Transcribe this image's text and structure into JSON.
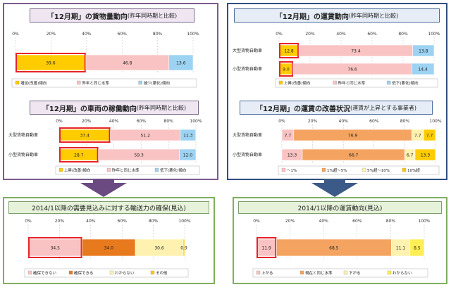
{
  "colors": {
    "left_border": "#7b5b8f",
    "right_border": "#2f4f7f",
    "lower_border": "#7faf5f",
    "highlight": "#e8232a",
    "gold": "#ffcc00",
    "pink": "#f9c3c3",
    "lightblue": "#9dd3f2",
    "orange": "#e87a1e",
    "cream": "#fff2b0",
    "light_yellow": "#fff7a8"
  },
  "panels": {
    "freight": {
      "title": "「12月期」の貨物量動向",
      "subtitle": "(昨年同時期と比較)"
    },
    "fare": {
      "title": "「12月期」の運賃動向",
      "subtitle": "(昨年同時期と比較)"
    },
    "vehicle": {
      "title": "「12月期」の車両の稼働動向",
      "subtitle": "(昨年同時期と比較)"
    },
    "improve": {
      "title": "「12月期」の運賃の改善状況",
      "subtitle": "(運賃が上昇とする事業者)"
    },
    "capacity": {
      "title": "2014/1以降の需要見込みに対する輸送力の確保(見込)"
    },
    "fare_outlook": {
      "title": "2014/1以降の運賃動向(見込)"
    }
  },
  "chart_data": [
    {
      "id": "freight",
      "type": "bar",
      "orientation": "horizontal-stacked",
      "ticks": [
        "0%",
        "20%",
        "40%",
        "60%",
        "80%",
        "100%"
      ],
      "xlim": [
        0,
        100
      ],
      "categories": [
        ""
      ],
      "series": [
        {
          "name": "増加(改善)傾向",
          "values": [
            39.6
          ],
          "color": "#ffcc00"
        },
        {
          "name": "昨年と同じ水準",
          "values": [
            46.8
          ],
          "color": "#f9c3c3"
        },
        {
          "name": "減少(悪化)傾向",
          "values": [
            13.6
          ],
          "color": "#9dd3f2"
        }
      ],
      "highlight": [
        [
          0,
          0
        ]
      ],
      "legend": "bottom"
    },
    {
      "id": "fare",
      "type": "bar",
      "orientation": "horizontal-stacked",
      "ticks": [
        "0%",
        "20%",
        "40%",
        "60%",
        "80%",
        "100%"
      ],
      "xlim": [
        0,
        100
      ],
      "categories": [
        "大型貨物自動車",
        "小型貨物自動車"
      ],
      "series": [
        {
          "name": "上昇(改善)傾向",
          "values": [
            12.8,
            9.0
          ],
          "color": "#ffcc00"
        },
        {
          "name": "昨年と同じ水準",
          "values": [
            73.4,
            76.6
          ],
          "color": "#f9c3c3"
        },
        {
          "name": "低下(悪化)傾向",
          "values": [
            13.8,
            14.4
          ],
          "color": "#9dd3f2"
        }
      ],
      "highlight": [
        [
          0,
          0
        ],
        [
          1,
          0
        ]
      ],
      "legend": "bottom"
    },
    {
      "id": "vehicle",
      "type": "bar",
      "orientation": "horizontal-stacked",
      "ticks": [
        "0%",
        "20%",
        "40%",
        "60%",
        "80%",
        "100%"
      ],
      "xlim": [
        0,
        100
      ],
      "categories": [
        "大型貨物自動車",
        "小型貨物自動車"
      ],
      "series": [
        {
          "name": "上昇(改善)傾向",
          "values": [
            37.4,
            28.7
          ],
          "color": "#ffcc00"
        },
        {
          "name": "昨年と同じ水準",
          "values": [
            51.2,
            59.3
          ],
          "color": "#f9c3c3"
        },
        {
          "name": "低下(悪化)傾向",
          "values": [
            11.3,
            12.0
          ],
          "color": "#9dd3f2"
        }
      ],
      "highlight": [
        [
          0,
          0
        ],
        [
          1,
          0
        ]
      ],
      "legend": "bottom"
    },
    {
      "id": "improve",
      "type": "bar",
      "orientation": "horizontal-stacked",
      "ticks": [
        "0%",
        "20%",
        "40%",
        "60%",
        "80%",
        "100%"
      ],
      "xlim": [
        0,
        100
      ],
      "categories": [
        "大型貨物自動車",
        "小型貨物自動車"
      ],
      "series": [
        {
          "name": "～1%",
          "values": [
            7.7,
            13.3
          ],
          "color": "#f9c3c3"
        },
        {
          "name": "1%超～5%",
          "values": [
            76.9,
            66.7
          ],
          "color": "#f4a460"
        },
        {
          "name": "5%超～10%",
          "values": [
            7.7,
            6.7
          ],
          "color": "#fff2b0"
        },
        {
          "name": "10%超",
          "values": [
            7.7,
            13.3
          ],
          "color": "#ffcc00"
        }
      ],
      "highlight": [],
      "legend": "bottom"
    },
    {
      "id": "capacity",
      "type": "bar",
      "orientation": "horizontal-stacked",
      "ticks": [
        "0%",
        "20%",
        "40%",
        "60%",
        "80%",
        "100%"
      ],
      "xlim": [
        0,
        100
      ],
      "categories": [
        ""
      ],
      "series": [
        {
          "name": "確保できない",
          "values": [
            34.5
          ],
          "color": "#f9c3c3"
        },
        {
          "name": "確保できる",
          "values": [
            34.0
          ],
          "color": "#e87a1e"
        },
        {
          "name": "わからない",
          "values": [
            30.6
          ],
          "color": "#fff2b0"
        },
        {
          "name": "その他",
          "values": [
            0.9
          ],
          "color": "#ffcc00"
        }
      ],
      "highlight": [
        [
          0,
          0
        ]
      ],
      "legend": "bottom"
    },
    {
      "id": "fare_outlook",
      "type": "bar",
      "orientation": "horizontal-stacked",
      "ticks": [
        "0%",
        "20%",
        "40%",
        "60%",
        "80%",
        "100%"
      ],
      "xlim": [
        0,
        100
      ],
      "categories": [
        ""
      ],
      "series": [
        {
          "name": "上がる",
          "values": [
            11.9
          ],
          "color": "#f9c3c3"
        },
        {
          "name": "現在と同じ水準",
          "values": [
            68.5
          ],
          "color": "#f4a460"
        },
        {
          "name": "下がる",
          "values": [
            11.1
          ],
          "color": "#fff2b0"
        },
        {
          "name": "わからない",
          "values": [
            8.5
          ],
          "color": "#ffee55"
        }
      ],
      "highlight": [
        [
          0,
          0
        ]
      ],
      "legend": "bottom"
    }
  ]
}
